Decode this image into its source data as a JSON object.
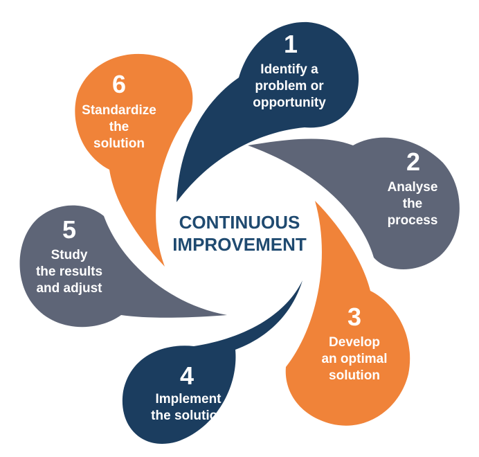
{
  "center": {
    "line1": "CONTINUOUS",
    "line2": "IMPROVEMENT"
  },
  "steps": [
    {
      "number": "1",
      "lines": [
        "Identify a",
        "problem or",
        "opportunity"
      ],
      "color": "#1b3d5f"
    },
    {
      "number": "2",
      "lines": [
        "Analyse",
        "the",
        "process"
      ],
      "color": "#5e6577"
    },
    {
      "number": "3",
      "lines": [
        "Develop",
        "an optimal",
        "solution"
      ],
      "color": "#f08339"
    },
    {
      "number": "4",
      "lines": [
        "Implement",
        "the solution"
      ],
      "color": "#1b3d5f"
    },
    {
      "number": "5",
      "lines": [
        "Study",
        "the results",
        "and adjust"
      ],
      "color": "#5e6577"
    },
    {
      "number": "6",
      "lines": [
        "Standardize",
        "the",
        "solution"
      ],
      "color": "#f08339"
    }
  ],
  "colors": {
    "navy": "#1b3d5f",
    "slate": "#5e6577",
    "orange": "#f08339",
    "center_text": "#1f4a70"
  }
}
